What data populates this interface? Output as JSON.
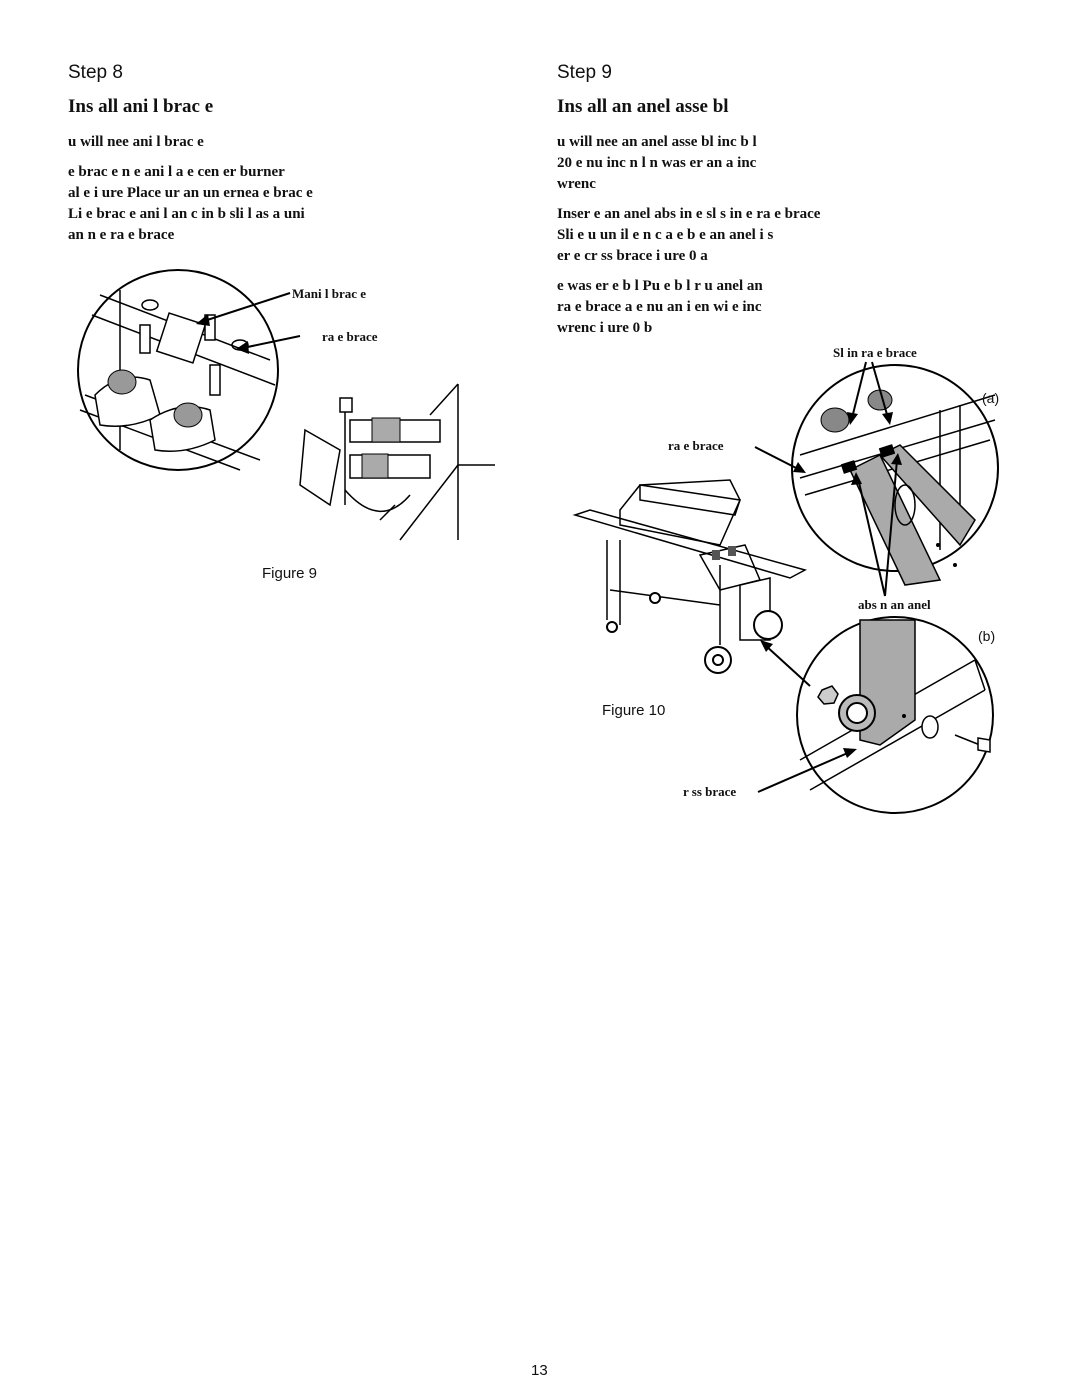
{
  "left": {
    "step": "Step 8",
    "title": "Ins all    ani   l  brac  e",
    "p1": [
      "u will nee       ani   l  brac  e"
    ],
    "p2": [
      "         e brac  e    n          e   ani   l    a        e cen  er burner",
      " al  e    i  ure      Place      ur   an    un  ernea          e brac  e",
      "Li          e brac  e         ani   l  an   c         in   b       sli         l  as a uni",
      "an                     n         e  ra    e brace"
    ],
    "labels": {
      "manifold": "Mani    l  brac  e",
      "frame": "ra    e brace"
    },
    "caption": "Figure 9"
  },
  "right": {
    "step": "Step 9",
    "title": "Ins all    an        anel asse   bl",
    "p1": [
      "u will nee        an        anel asse   bl                 inc    b   l",
      "   20     e  nu             inc     n  l  n was  er an     a           inc",
      "wrenc"
    ],
    "p2": [
      "Inser         e  an        anel   abs in         e sl    s in       e  ra    e brace",
      "Sli  e  u    un  il        e n    c     a          e b                       e  an      anel  i  s",
      "    er       e cr    ss brace       i  ure     0 a"
    ],
    "p3": [
      "           e was  er           e b   l    Pu          e b   l          r    u        anel an",
      " ra   e brace  a           e nu     an       i       en wi            e            inc",
      "wrenc        i  ure     0  b"
    ],
    "labels": {
      "slots": "Sl        in   ra    e brace",
      "frame": "ra    e brace",
      "tabs": "  abs   n  an         anel",
      "cross": "r    ss brace",
      "a": "(a)",
      "b": "(b)"
    },
    "caption": "Figure 10"
  },
  "page_number": "13"
}
